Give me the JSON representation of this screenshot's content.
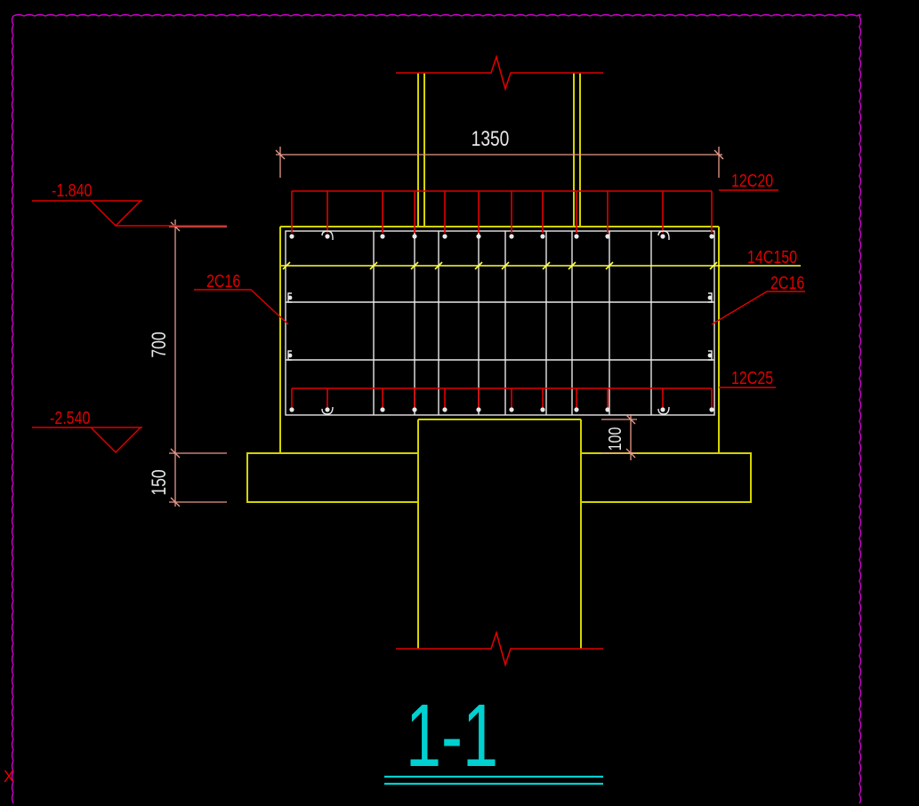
{
  "drawing": {
    "section_title": "1-1",
    "dimensions": {
      "overall_width": "1350",
      "beam_depth": "700",
      "slab_thickness": "150",
      "cover_offset": "100"
    },
    "levels": {
      "top": "-1.840",
      "bottom": "-2.540"
    },
    "rebar_labels": {
      "top_bars": "12C20",
      "stirrups": "14C150",
      "side_bars_left": "2C16",
      "side_bars_right": "2C16",
      "bottom_bars": "12C25"
    },
    "ucs_marker": "X"
  },
  "colors": {
    "background": "#000000",
    "boundary": "#cc00cc",
    "concrete": "#d4d400",
    "rebar": "#e00000",
    "dimension": "#e89a8a",
    "stirrup": "#e8e8e8",
    "title": "#00d0d0"
  }
}
